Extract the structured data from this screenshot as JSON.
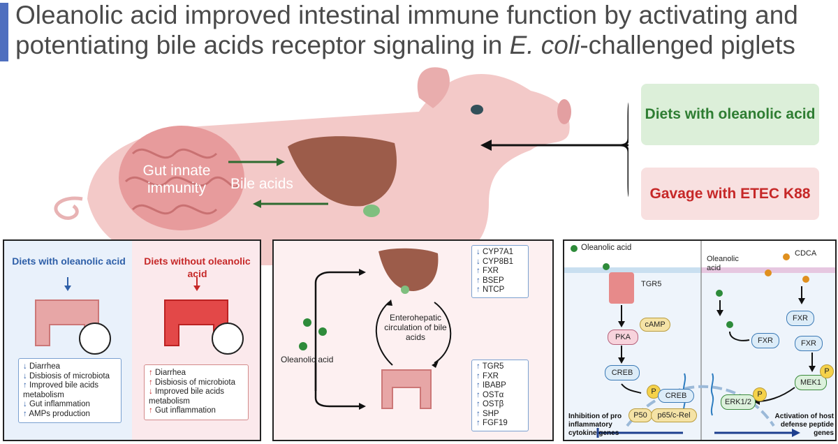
{
  "title": {
    "line1": "Oleanolic acid improved intestinal immune function by activating and",
    "line2_a": "potentiating bile acids receptor signaling in ",
    "line2_em": "E. coli",
    "line2_b": "-challenged piglets"
  },
  "top": {
    "gut_label": "Gut innate immunity",
    "bile_label": "Bile acids",
    "box_green": "Diets with oleanolic acid",
    "box_red": "Gavage with ETEC K88"
  },
  "panel1": {
    "left_heading": "Diets with oleanolic acid",
    "right_heading": "Diets without oleanolic acid",
    "left_list": [
      {
        "arrow": "↓",
        "text": "Diarrhea"
      },
      {
        "arrow": "↓",
        "text": "Disbiosis of microbiota"
      },
      {
        "arrow": "↑",
        "text": "Improved bile acids metabolism"
      },
      {
        "arrow": "↓",
        "text": "Gut inflammation"
      },
      {
        "arrow": "↑",
        "text": "AMPs production"
      }
    ],
    "right_list": [
      {
        "arrow": "↑",
        "text": "Diarrhea"
      },
      {
        "arrow": "↑",
        "text": "Disbiosis of microbiota"
      },
      {
        "arrow": "↓",
        "text": "Improved bile acids metabolism"
      },
      {
        "arrow": "↑",
        "text": "Gut inflammation"
      }
    ]
  },
  "panel2": {
    "oleanolic_label": "Oleanolic acid",
    "circulation_label": "Enterohepatic circulation of bile acids",
    "liver_list": [
      {
        "arrow": "↓",
        "text": "CYP7A1"
      },
      {
        "arrow": "↓",
        "text": "CYP8B1"
      },
      {
        "arrow": "↑",
        "text": "FXR"
      },
      {
        "arrow": "↑",
        "text": "BSEP"
      },
      {
        "arrow": "↑",
        "text": "NTCP"
      }
    ],
    "gut_list": [
      {
        "arrow": "↑",
        "text": "TGR5"
      },
      {
        "arrow": "↑",
        "text": "FXR"
      },
      {
        "arrow": "↑",
        "text": "IBABP"
      },
      {
        "arrow": "↑",
        "text": "OSTα"
      },
      {
        "arrow": "↑",
        "text": "OSTβ"
      },
      {
        "arrow": "↑",
        "text": "SHP"
      },
      {
        "arrow": "↑",
        "text": "FGF19"
      }
    ]
  },
  "panel3": {
    "legend_oleanolic": "Oleanolic acid",
    "tgr5": "TGR5",
    "camp": "cAMP",
    "pka": "PKA",
    "creb": "CREB",
    "p": "P",
    "creb2": "CREB",
    "p50": "P50",
    "p65": "p65/c-Rel",
    "inhibition_text": "Inhibition of pro inflammatory cytokine genes",
    "oleanolic_right": "Oleanolic acid",
    "cdca": "CDCA",
    "fxr1": "FXR",
    "fxr2": "FXR",
    "fxr3": "FXR",
    "mek1": "MEK1",
    "erk": "ERK1/2",
    "activation_text": "Activation of host defense peptide genes"
  },
  "colors": {
    "title_bar": "#4f6fbf",
    "green_text": "#2e7d32",
    "red_text": "#c62828",
    "blue_text": "#2e5fa8"
  }
}
